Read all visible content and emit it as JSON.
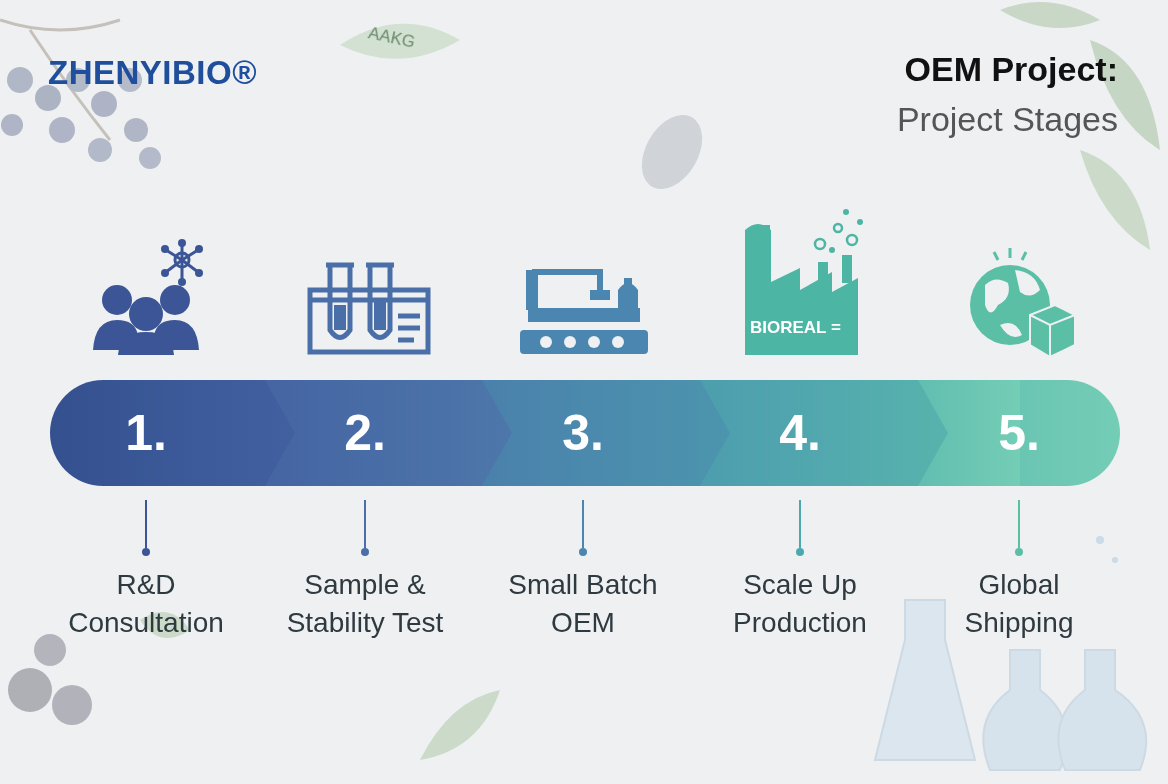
{
  "diagram": {
    "title": "OEM Project:",
    "nodes": [
      {
        "text": [
          "1.",
          "R&D Consultation"
        ]
      },
      {
        "text": [
          "2.",
          "Sample & Stability Test"
        ]
      },
      {
        "text": [
          "3.",
          "Small Batch OEM"
        ]
      },
      {
        "text": [
          "4.",
          "Scale Up Production"
        ]
      },
      {
        "text": [
          "5.",
          "Global Shipping"
        ]
      }
    ],
    "labels": [
      "ZHENYIBIO®",
      "Project Stages",
      "AAKG",
      "BIOREAL ="
    ]
  }
}
